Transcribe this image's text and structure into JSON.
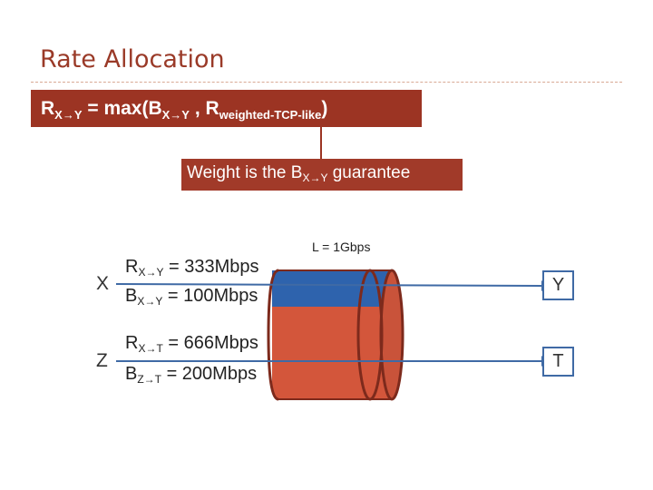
{
  "title": "Rate Allocation",
  "formula": {
    "r": "R",
    "r_sub": "X→Y",
    "eq": " = max(B",
    "b_sub": "X→Y",
    "sep": " , R",
    "w_sub": "weighted-TCP-like",
    "close": ")"
  },
  "weight_note": {
    "prefix": "Weight is the B",
    "sub": "X→Y",
    "suffix": " guarantee"
  },
  "link": {
    "label": "L = 1Gbps"
  },
  "nodes": {
    "x": "X",
    "z": "Z",
    "y": "Y",
    "t": "T"
  },
  "flows": {
    "r_xy": {
      "base": "R",
      "sub": "X→Y",
      "value": " = 333Mbps"
    },
    "b_xy": {
      "base": "B",
      "sub": "X→Y",
      "value": " = 100Mbps"
    },
    "r_xt": {
      "base": "R",
      "sub": "X→T",
      "value": " = 666Mbps"
    },
    "b_zt": {
      "base": "B",
      "sub": "Z→T",
      "value": " = 200Mbps"
    }
  },
  "colors": {
    "accent": "#9c3423",
    "pipe_red": "#d3563b",
    "pipe_blue": "#2e63ad",
    "line_blue": "#3f6aa5"
  }
}
